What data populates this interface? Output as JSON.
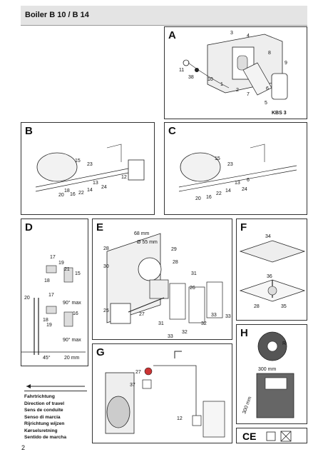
{
  "header": {
    "title": "Boiler B 10 / B 14"
  },
  "page": {
    "number": "2"
  },
  "panels": {
    "A": {
      "letter": "A",
      "labels": [
        "3",
        "4",
        "8",
        "9",
        "11",
        "38",
        "10",
        "1",
        "2",
        "7",
        "6",
        "5",
        "KBS 3"
      ]
    },
    "B": {
      "letter": "B",
      "labels": [
        "15",
        "23",
        "12",
        "13",
        "24",
        "14",
        "22",
        "20",
        "16",
        "18"
      ]
    },
    "C": {
      "letter": "C",
      "labels": [
        "15",
        "23",
        "6",
        "13",
        "24",
        "14",
        "22",
        "20",
        "16"
      ]
    },
    "D": {
      "letter": "D",
      "labels": [
        "17",
        "19",
        "21",
        "15",
        "18",
        "20",
        "17",
        "16",
        "18",
        "19",
        "90° max",
        "90° max",
        "45°",
        "20 mm"
      ]
    },
    "E": {
      "letter": "E",
      "labels": [
        "68 mm",
        "Ø 55 mm",
        "28",
        "29",
        "30",
        "28",
        "31",
        "26",
        "25",
        "27",
        "31",
        "32",
        "33",
        "33",
        "32",
        "33"
      ]
    },
    "F": {
      "letter": "F",
      "labels": [
        "34",
        "36",
        "28",
        "35"
      ]
    },
    "G": {
      "letter": "G",
      "labels": [
        "27",
        "37",
        "12"
      ]
    },
    "H": {
      "letter": "H",
      "labels": [
        "R",
        "300 mm",
        "300 mm"
      ]
    }
  },
  "direction_of_travel": {
    "lines": [
      "Fahrtrichtung",
      "Direction of travel",
      "Sens de conduite",
      "Senso di marcia",
      "Rijrichtung wijzen",
      "Kørselsretning",
      "Sentido de marcha"
    ]
  },
  "cert": {
    "ce_mark": "CE"
  }
}
